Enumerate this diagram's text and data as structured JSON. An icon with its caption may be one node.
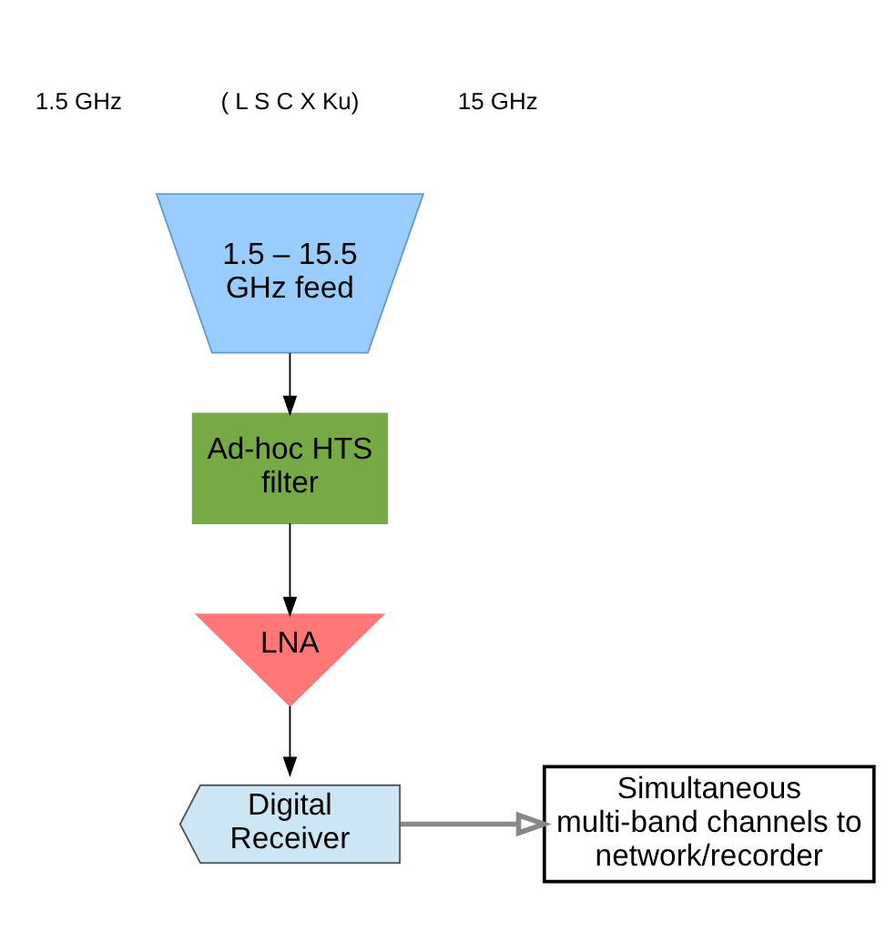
{
  "diagram": {
    "nodes": [
      {
        "text": [
          "1.5 – 15.5 GHz feed"
        ]
      },
      {
        "text": [
          "Ad-hoc HTS filter"
        ]
      },
      {
        "text": [
          "LNA"
        ]
      },
      {
        "text": [
          "Digital Receiver"
        ]
      },
      {
        "text": [
          "Simultaneous multi-band channels to network/recorder"
        ]
      }
    ],
    "edges": [
      {
        "from": 0,
        "to": 1,
        "arrow": "to"
      },
      {
        "from": 1,
        "to": 2,
        "arrow": "to"
      },
      {
        "from": 2,
        "to": 3,
        "arrow": "to"
      },
      {
        "from": 3,
        "to": 4,
        "arrow": "to",
        "style": "thick",
        "color": "#888888"
      }
    ],
    "labels": [
      "1.5 GHz",
      "( L S C X Ku)",
      "15 GHz"
    ]
  }
}
